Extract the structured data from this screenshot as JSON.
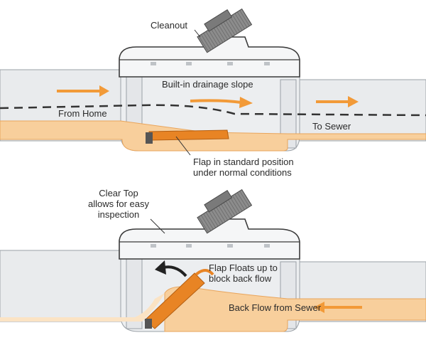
{
  "top_diagram": {
    "cleanout": "Cleanout",
    "slope": "Built-in drainage slope",
    "from_home": "From Home",
    "to_sewer": "To Sewer",
    "flap_line1": "Flap in standard position",
    "flap_line2": "under normal conditions"
  },
  "bottom_diagram": {
    "clear_top_line1": "Clear Top",
    "clear_top_line2": "allows for easy",
    "clear_top_line3": "inspection",
    "flap_floats_line1": "Flap Floats up to",
    "flap_floats_line2": "block back flow",
    "back_flow": "Back Flow from Sewer"
  },
  "colors": {
    "pipe": "#e9ebed",
    "pipe_outline": "#9aa0a6",
    "housing_outline": "#3a3a3a",
    "water": "#f8cf9c",
    "water_edge": "#e9a55c",
    "arrow": "#f29a38",
    "flap": "#e88424",
    "cap": "#8c8c8c",
    "dash": "#333333"
  }
}
